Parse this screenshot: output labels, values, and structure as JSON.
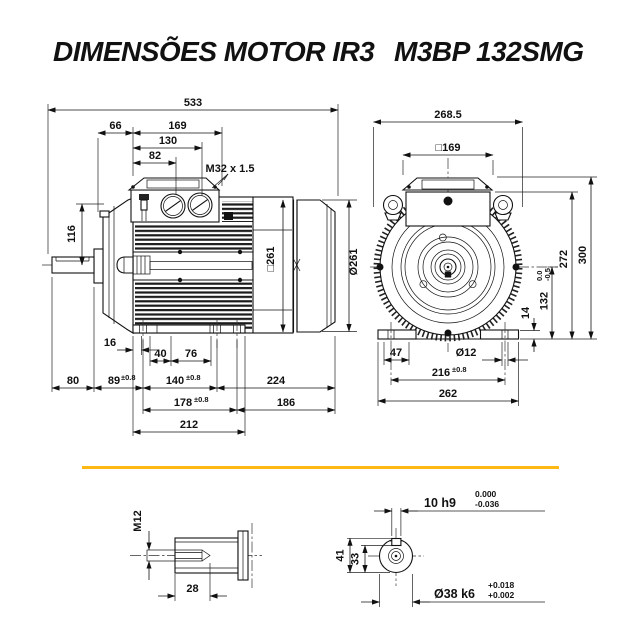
{
  "title": {
    "part1": "DIMENSÕES MOTOR IR3",
    "part2": "M3BP 132SMG"
  },
  "colors": {
    "accent": "#FDB813",
    "ink": "#1D1D1B",
    "line": "#111111"
  },
  "side_view": {
    "overall_length": "533",
    "d66": "66",
    "d169": "169",
    "d130": "130",
    "d82": "82",
    "gland_thread": "M32 x 1.5",
    "d116": "116",
    "frame_square": "□261",
    "fan_cover_dia": "Ø261",
    "d16": "16",
    "d40": "40",
    "d76": "76",
    "d80": "80",
    "d89": "89",
    "d89_tol": "±0.8",
    "d140": "140",
    "d140_tol": "±0.8",
    "d224": "224",
    "d178": "178",
    "d178_tol": "±0.8",
    "d186": "186",
    "d212": "212"
  },
  "front_view": {
    "overall_width": "268.5",
    "box_square": "□169",
    "d272": "272",
    "d300": "300",
    "d14": "14",
    "d132": "132",
    "d132_tol_up": "0.0",
    "d132_tol_dn": "-0.5",
    "d47": "47",
    "foot_hole": "Ø12",
    "d216": "216",
    "d216_tol": "±0.8",
    "d262": "262"
  },
  "shaft_side_detail": {
    "tap_thread": "M12",
    "d28": "28"
  },
  "shaft_section_detail": {
    "d41": "41",
    "d33": "33",
    "key_width": "10 h9",
    "key_tol_up": "0.000",
    "key_tol_dn": "-0.036",
    "shaft_dia": "Ø38 k6",
    "shaft_tol_up": "+0.018",
    "shaft_tol_dn": "+0.002"
  }
}
